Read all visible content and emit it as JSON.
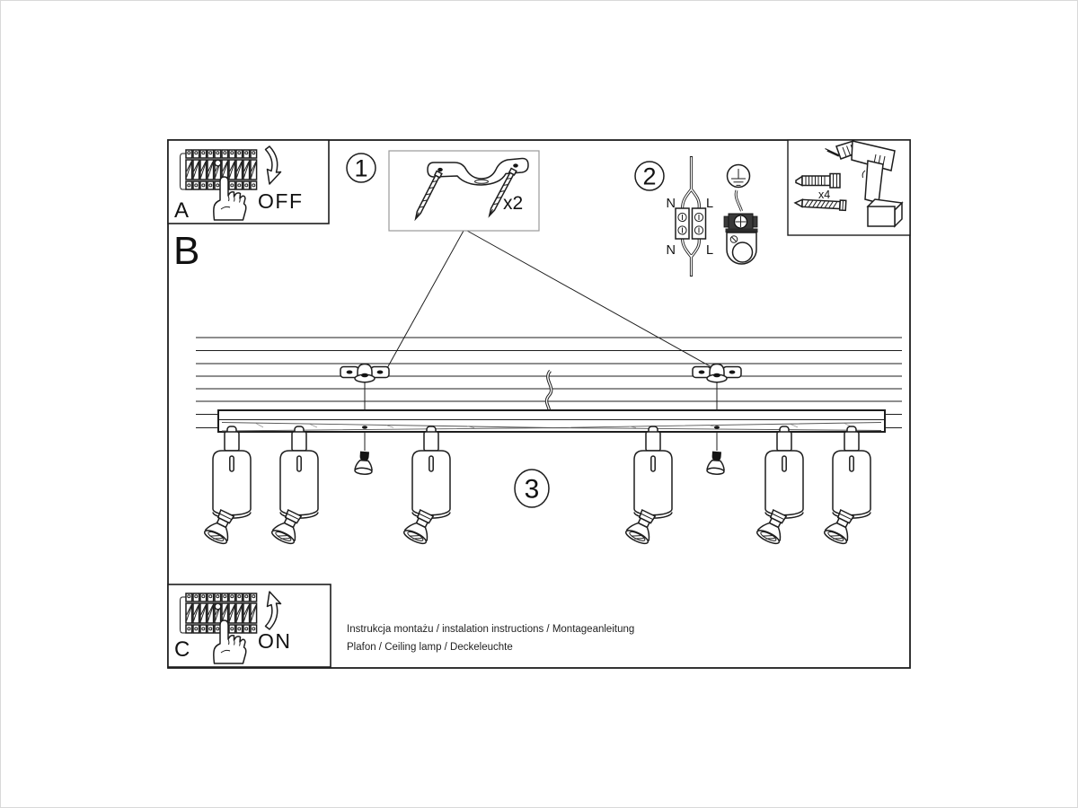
{
  "page": {
    "background": "#ffffff",
    "line_color": "#1d1d1d",
    "description_icons": [
      "circuit-breaker-strip",
      "pointing-hand",
      "curved-arrow",
      "mounting-bracket",
      "screw",
      "terminal-block",
      "earth-symbol",
      "ground-clamp",
      "drill",
      "wall-plug",
      "ceiling-rail",
      "spotlight",
      "gu10-bulb"
    ]
  },
  "panel_a": {
    "label": "A",
    "state": "OFF"
  },
  "section_b": {
    "label": "B"
  },
  "panel_c": {
    "label": "C",
    "state": "ON"
  },
  "step1": {
    "number": "1",
    "quantity": "x2"
  },
  "step2": {
    "number": "2",
    "terminals": {
      "n_top": "N",
      "l_top": "L",
      "n_bottom": "N",
      "l_bottom": "L"
    }
  },
  "step3": {
    "number": "3"
  },
  "tools": {
    "quantity": "x4"
  },
  "footer": {
    "line1": "Instrukcja montażu / instalation instructions / Montageanleitung",
    "line2": "Plafon / Ceiling lamp / Deckeleuchte"
  }
}
